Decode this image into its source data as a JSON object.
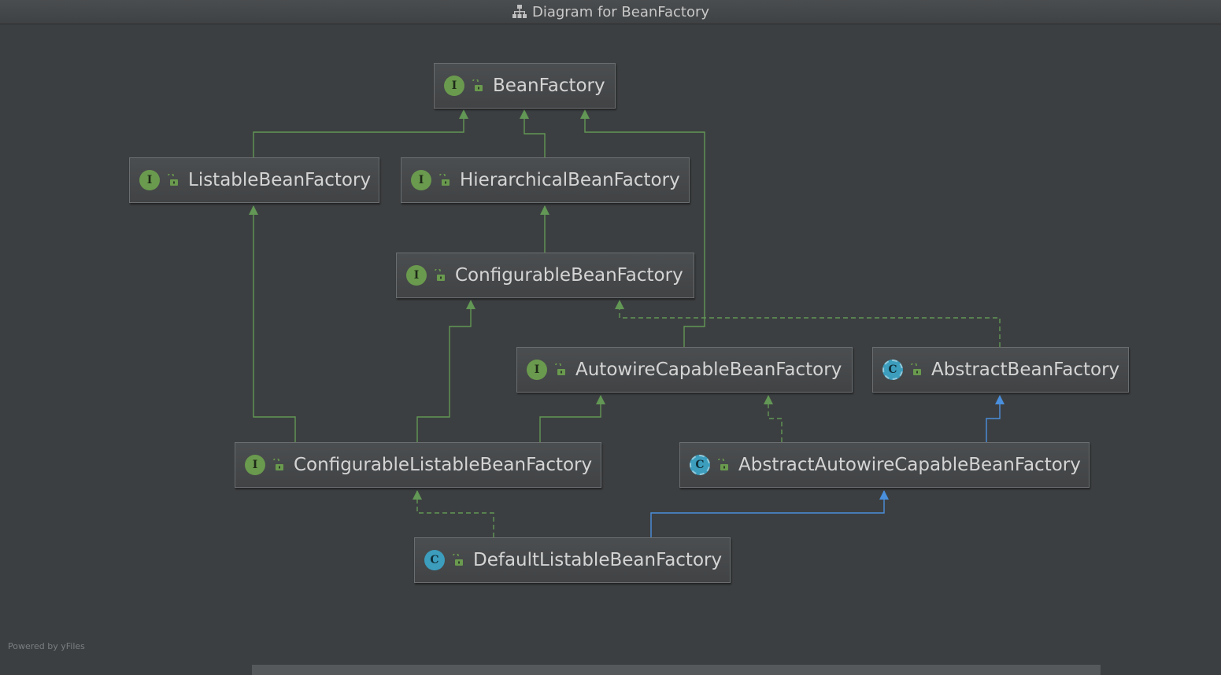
{
  "window": {
    "title": "Diagram for BeanFactory",
    "title_icon": "hierarchy-icon"
  },
  "footer": {
    "text": "Powered by yFiles"
  },
  "colors": {
    "background": "#3c3f41",
    "interface_edge": "#629755",
    "class_edge": "#4a8fdc",
    "interface_badge": "#6a9a4e",
    "class_badge": "#3c9dbd"
  },
  "nodes": [
    {
      "id": "beanfactory",
      "label": "BeanFactory",
      "kind": "interface",
      "kind_glyph": "I",
      "icon": "unlock-icon"
    },
    {
      "id": "listable",
      "label": "ListableBeanFactory",
      "kind": "interface",
      "kind_glyph": "I",
      "icon": "unlock-icon"
    },
    {
      "id": "hierarchical",
      "label": "HierarchicalBeanFactory",
      "kind": "interface",
      "kind_glyph": "I",
      "icon": "unlock-icon"
    },
    {
      "id": "configurable",
      "label": "ConfigurableBeanFactory",
      "kind": "interface",
      "kind_glyph": "I",
      "icon": "unlock-icon"
    },
    {
      "id": "autowire",
      "label": "AutowireCapableBeanFactory",
      "kind": "interface",
      "kind_glyph": "I",
      "icon": "unlock-icon"
    },
    {
      "id": "abstract",
      "label": "AbstractBeanFactory",
      "kind": "abstract",
      "kind_glyph": "C",
      "icon": "unlock-icon"
    },
    {
      "id": "configlistable",
      "label": "ConfigurableListableBeanFactory",
      "kind": "interface",
      "kind_glyph": "I",
      "icon": "unlock-icon"
    },
    {
      "id": "abstractautowire",
      "label": "AbstractAutowireCapableBeanFactory",
      "kind": "abstract",
      "kind_glyph": "C",
      "icon": "unlock-icon"
    },
    {
      "id": "defaultlistable",
      "label": "DefaultListableBeanFactory",
      "kind": "class",
      "kind_glyph": "C",
      "icon": "unlock-icon"
    }
  ],
  "edges": [
    {
      "from": "listable",
      "to": "beanfactory",
      "relation": "extends"
    },
    {
      "from": "hierarchical",
      "to": "beanfactory",
      "relation": "extends"
    },
    {
      "from": "autowire",
      "to": "beanfactory",
      "relation": "extends"
    },
    {
      "from": "configurable",
      "to": "hierarchical",
      "relation": "extends"
    },
    {
      "from": "configlistable",
      "to": "listable",
      "relation": "extends"
    },
    {
      "from": "configlistable",
      "to": "configurable",
      "relation": "extends"
    },
    {
      "from": "configlistable",
      "to": "autowire",
      "relation": "extends"
    },
    {
      "from": "abstract",
      "to": "configurable",
      "relation": "implements"
    },
    {
      "from": "abstractautowire",
      "to": "autowire",
      "relation": "implements"
    },
    {
      "from": "abstractautowire",
      "to": "abstract",
      "relation": "extends-class"
    },
    {
      "from": "defaultlistable",
      "to": "configlistable",
      "relation": "implements"
    },
    {
      "from": "defaultlistable",
      "to": "abstractautowire",
      "relation": "extends-class"
    }
  ]
}
